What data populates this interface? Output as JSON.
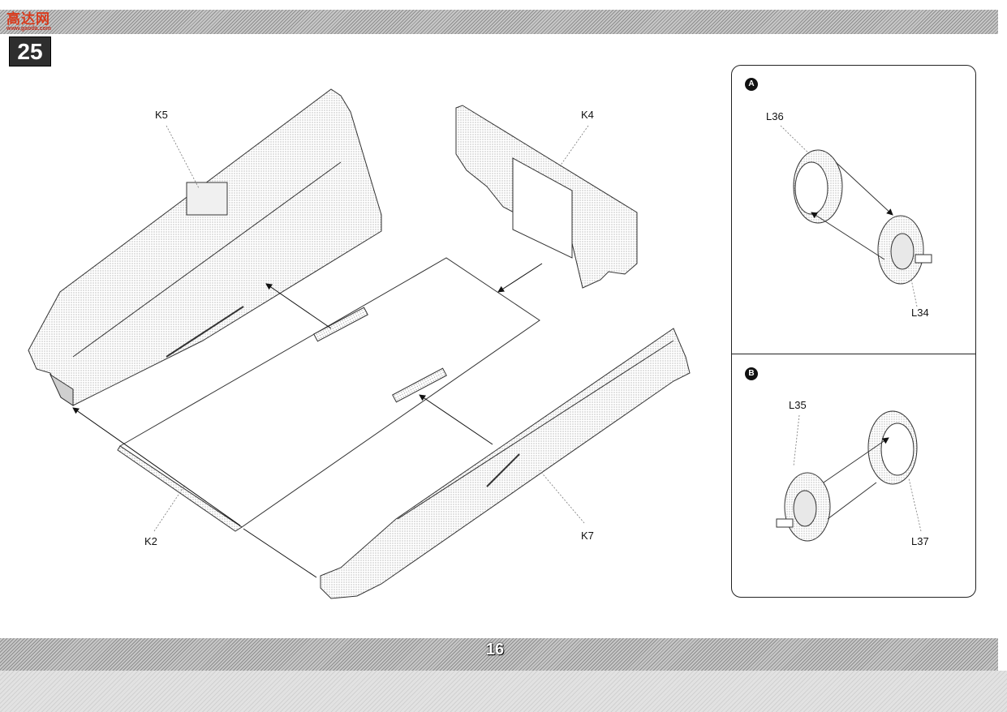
{
  "header": {
    "logo_text": "高达网",
    "logo_sub": "www.gaoda.com",
    "step_number": "25"
  },
  "footer": {
    "page_number": "16"
  },
  "main_diagram": {
    "parts": [
      "K5",
      "K4",
      "K2",
      "K7"
    ]
  },
  "inset": {
    "sub_a": {
      "badge": "A",
      "parts": [
        "L36",
        "L34"
      ]
    },
    "sub_b": {
      "badge": "B",
      "parts": [
        "L35",
        "L37"
      ]
    }
  }
}
